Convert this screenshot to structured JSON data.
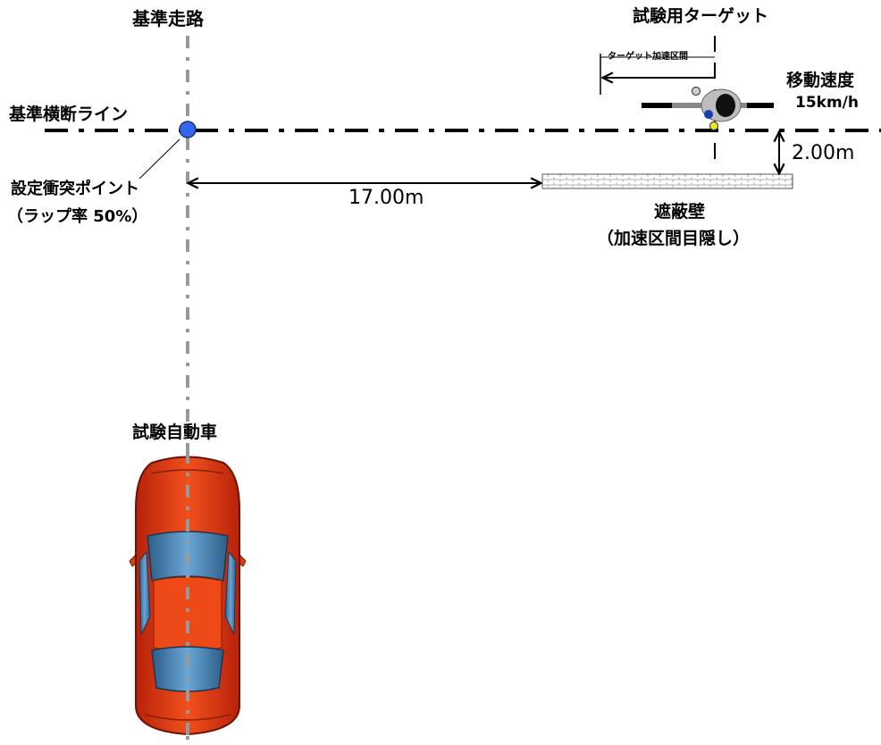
{
  "labels": {
    "reference_lane": "基準走路",
    "test_target": "試験用ターゲット",
    "target_accel_zone": "ターゲット加速区間",
    "crossing_line": "基準横断ライン",
    "moving_speed_title": "移動速度",
    "moving_speed_value": "15km/h",
    "gap_distance": "2.00m",
    "collision_point_line1": "設定衝突ポイント",
    "collision_point_line2": "（ラップ率 50%）",
    "approach_distance": "17.00m",
    "wall_title": "遮蔽壁",
    "wall_subtitle": "（加速区間目隠し）",
    "test_vehicle": "試験自動車"
  },
  "colors": {
    "collision_point": "#3366ee",
    "vehicle_body": "#e8350e",
    "vehicle_glass": "#4a87b8",
    "lane_line": "#999999"
  }
}
